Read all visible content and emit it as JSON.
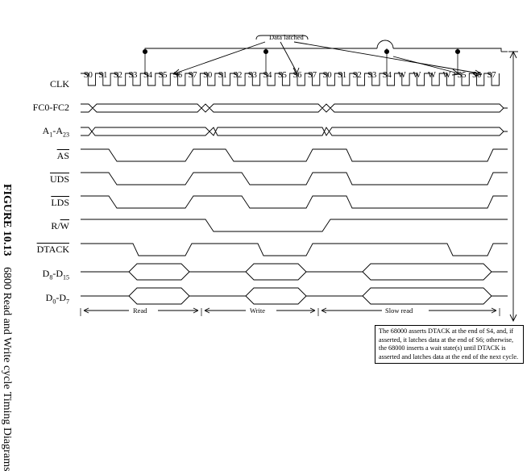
{
  "figure": {
    "label": "FIGURE 10.13",
    "title": "6800 Read and Write cycle Timing Diagrams"
  },
  "signals": {
    "clk": "CLK",
    "fc": "FC0-FC2",
    "addr_a": "A",
    "addr_sub1": "1",
    "addr_dash": "-A",
    "addr_sub2": "23",
    "as": "AS",
    "uds": "UDS",
    "lds": "LDS",
    "rw_r": "R/",
    "rw_w": "W",
    "dtack": "DTACK",
    "d8_a": "D",
    "d8_s1": "8",
    "d8_dash": "-D",
    "d8_s2": "15",
    "d0_a": "D",
    "d0_s1": "0",
    "d0_dash": "-D",
    "d0_s2": "7"
  },
  "clock_states": [
    "S0",
    "S1",
    "S2",
    "S3",
    "S4",
    "S5",
    "S6",
    "S7",
    "S0",
    "S1",
    "S2",
    "S3",
    "S4",
    "S5",
    "S6",
    "S7",
    "S0",
    "S1",
    "S2",
    "S3",
    "S4",
    "W",
    "W",
    "W",
    "W",
    "S5",
    "S6",
    "S7"
  ],
  "annotations": {
    "data_latched": "Data latched",
    "read": "Read",
    "write": "Write",
    "slow_read": "Slow read"
  },
  "note": "The 68000 asserts DTACK at the end of S4, and, if asserted, it latches data at the end of S6; otherwise, the 68000 inserts a wait state(s) until DTACK is asserted and latches data at the end of the next cycle."
}
